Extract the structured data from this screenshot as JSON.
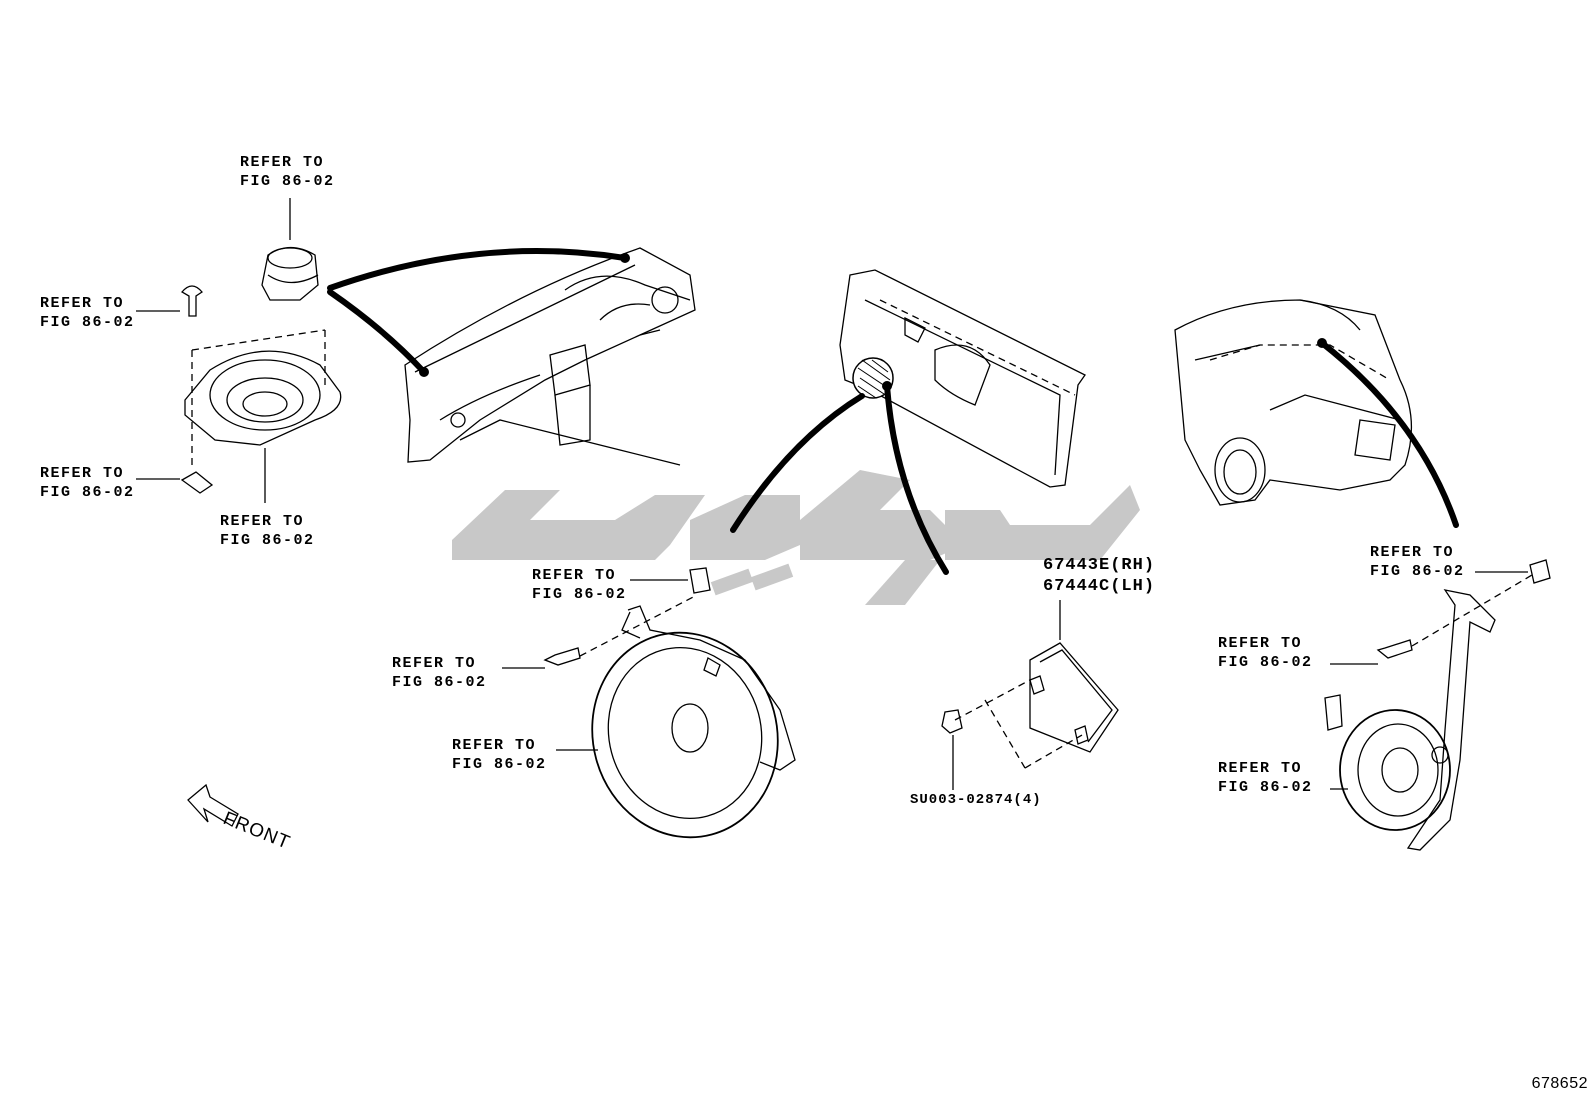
{
  "labels": {
    "ref_top": [
      "REFER TO",
      "FIG 86-02"
    ],
    "ref_left_upper": [
      "REFER TO",
      "FIG 86-02"
    ],
    "ref_left_lower": [
      "REFER TO",
      "FIG 86-02"
    ],
    "ref_left_bottom": [
      "REFER TO",
      "FIG 86-02"
    ],
    "ref_mid_clip": [
      "REFER TO",
      "FIG 86-02"
    ],
    "ref_mid_screw": [
      "REFER TO",
      "FIG 86-02"
    ],
    "ref_mid_speaker": [
      "REFER TO",
      "FIG 86-02"
    ],
    "ref_right_clip": [
      "REFER TO",
      "FIG 86-02"
    ],
    "ref_right_screw": [
      "REFER TO",
      "FIG 86-02"
    ],
    "ref_right_speaker": [
      "REFER TO",
      "FIG 86-02"
    ]
  },
  "part_numbers": {
    "amp_rh": "67443E(RH)",
    "amp_lh": "67444C(LH)",
    "nut": "SU003-02874(4)"
  },
  "front_label": "FRONT",
  "illustration_number": "678652",
  "colors": {
    "line": "#000000",
    "watermark": "#c8c8c8",
    "background": "#ffffff"
  }
}
